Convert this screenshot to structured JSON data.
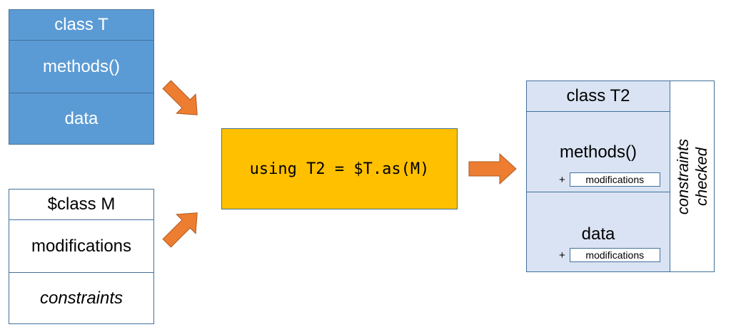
{
  "class_t": {
    "title": "class T",
    "methods": "methods()",
    "data": "data"
  },
  "class_m": {
    "title": "$class M",
    "modifications": "modifications",
    "constraints": "constraints"
  },
  "center": {
    "code": "using T2 = $T.as(M)"
  },
  "class_t2": {
    "title": "class T2",
    "methods": "methods()",
    "data": "data",
    "plus": "+",
    "modifications": "modifications",
    "side_line1": "constraints",
    "side_line2": "checked"
  },
  "colors": {
    "blue": "#5b9bd5",
    "orange": "#ed7d31",
    "yellow": "#ffc000",
    "light_blue": "#dae3f3",
    "border": "#41719c"
  }
}
